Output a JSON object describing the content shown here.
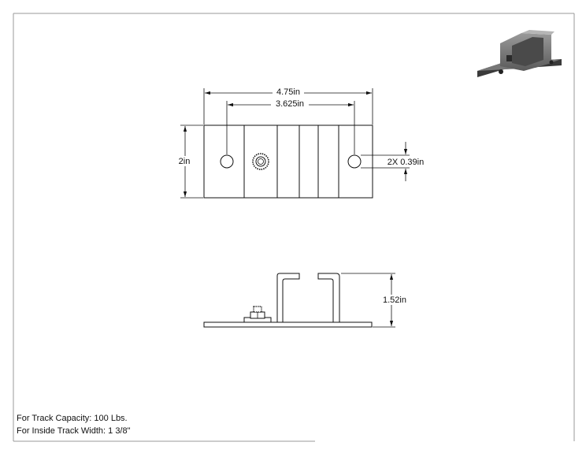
{
  "drawing": {
    "top_view": {
      "overall_width": "4.75in",
      "hole_spacing": "3.625in",
      "height": "2in",
      "hole_diameter": "2X 0.39in"
    },
    "side_view": {
      "track_height": "1.52in"
    },
    "notes": {
      "capacity": "For Track Capacity: 100 Lbs.",
      "track_width": "For Inside Track Width: 1 3/8\""
    }
  }
}
